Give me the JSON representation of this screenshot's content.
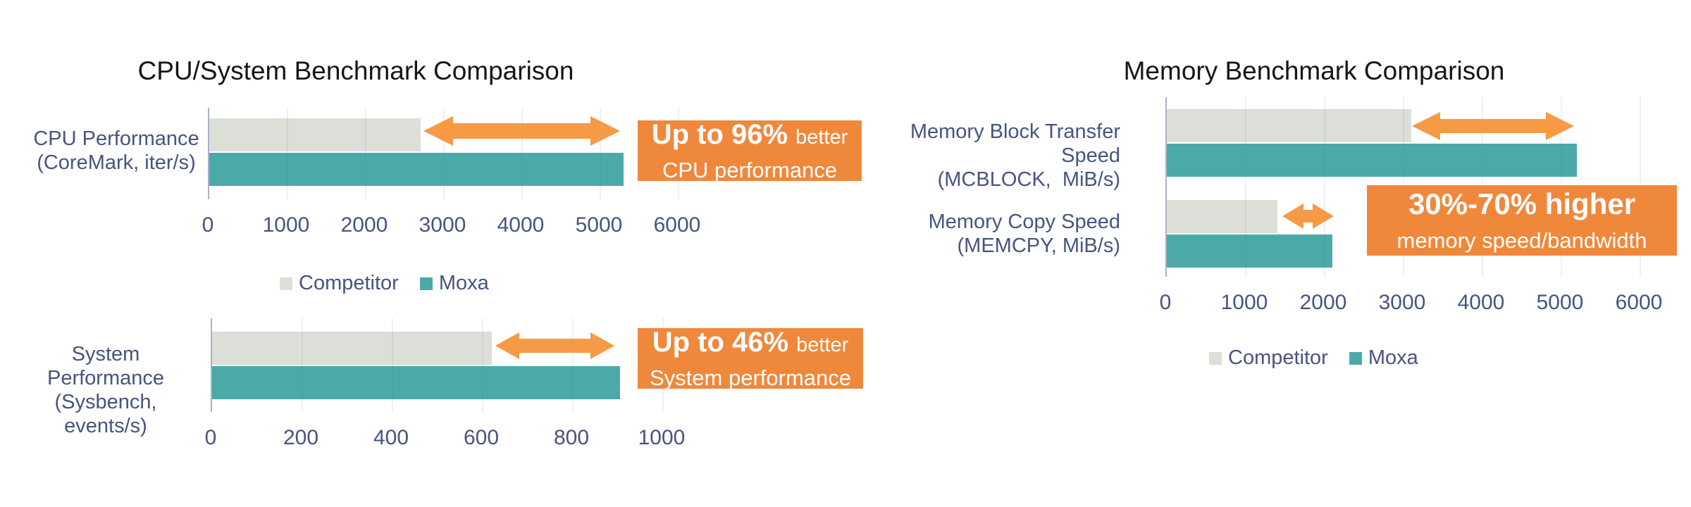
{
  "left_title": "CPU/System Benchmark Comparison",
  "right_title": "Memory Benchmark Comparison",
  "legend": {
    "competitor": "Competitor",
    "moxa": "Moxa"
  },
  "labels": {
    "cpu": {
      "line1": "CPU Performance",
      "line2": "(CoreMark, iter/s)"
    },
    "system": {
      "line1": "System Performance",
      "line2": "(Sysbench, events/s)"
    },
    "mcblock": {
      "line1": "Memory Block Transfer Speed",
      "line2": "(MCBLOCK,  MiB/s)"
    },
    "memcpy": {
      "line1": "Memory Copy Speed",
      "line2": "(MEMCPY, MiB/s)"
    }
  },
  "callouts": {
    "cpu": {
      "bold": "Up to 96%",
      "tail": "better",
      "line2": "CPU performance"
    },
    "system": {
      "bold": "Up to 46%",
      "tail": "better",
      "line2": "System performance"
    },
    "memory": {
      "bold": "30%-70% higher",
      "line2": "memory speed/bandwidth"
    }
  },
  "colors": {
    "competitor": "#DCDFD7",
    "moxa": "#4BAAA8",
    "orange": "#F79A45",
    "callout_bg": "#F0883C",
    "navy": "#475480",
    "axis_line": "#A9B1C9"
  },
  "chart_data": [
    {
      "type": "bar",
      "orientation": "horizontal",
      "title": "CPU/System Benchmark Comparison",
      "categories": [
        "CPU Performance (CoreMark, iter/s)"
      ],
      "series": [
        {
          "name": "Competitor",
          "values": [
            2700
          ]
        },
        {
          "name": "Moxa",
          "values": [
            5300
          ]
        }
      ],
      "xlim": [
        0,
        6000
      ],
      "xticks": [
        0,
        1000,
        2000,
        3000,
        4000,
        5000,
        6000
      ],
      "grid": true,
      "legend_position": "bottom",
      "annotation": "Up to 96% better CPU performance"
    },
    {
      "type": "bar",
      "orientation": "horizontal",
      "title": "",
      "categories": [
        "System Performance (Sysbench, events/s)"
      ],
      "series": [
        {
          "name": "Competitor",
          "values": [
            620
          ]
        },
        {
          "name": "Moxa",
          "values": [
            905
          ]
        }
      ],
      "xlim": [
        0,
        1000
      ],
      "xticks": [
        0,
        200,
        400,
        600,
        800,
        1000
      ],
      "grid": true,
      "legend_position": "none",
      "annotation": "Up to 46% better System performance"
    },
    {
      "type": "bar",
      "orientation": "horizontal",
      "title": "Memory Benchmark Comparison",
      "categories": [
        "Memory Block Transfer Speed (MCBLOCK, MiB/s)",
        "Memory Copy Speed (MEMCPY, MiB/s)"
      ],
      "series": [
        {
          "name": "Competitor",
          "values": [
            3100,
            1400
          ]
        },
        {
          "name": "Moxa",
          "values": [
            5200,
            2100
          ]
        }
      ],
      "xlim": [
        0,
        6000
      ],
      "xticks": [
        0,
        1000,
        2000,
        3000,
        4000,
        5000,
        6000
      ],
      "grid": true,
      "legend_position": "bottom",
      "annotation": "30%-70% higher memory speed/bandwidth"
    }
  ]
}
